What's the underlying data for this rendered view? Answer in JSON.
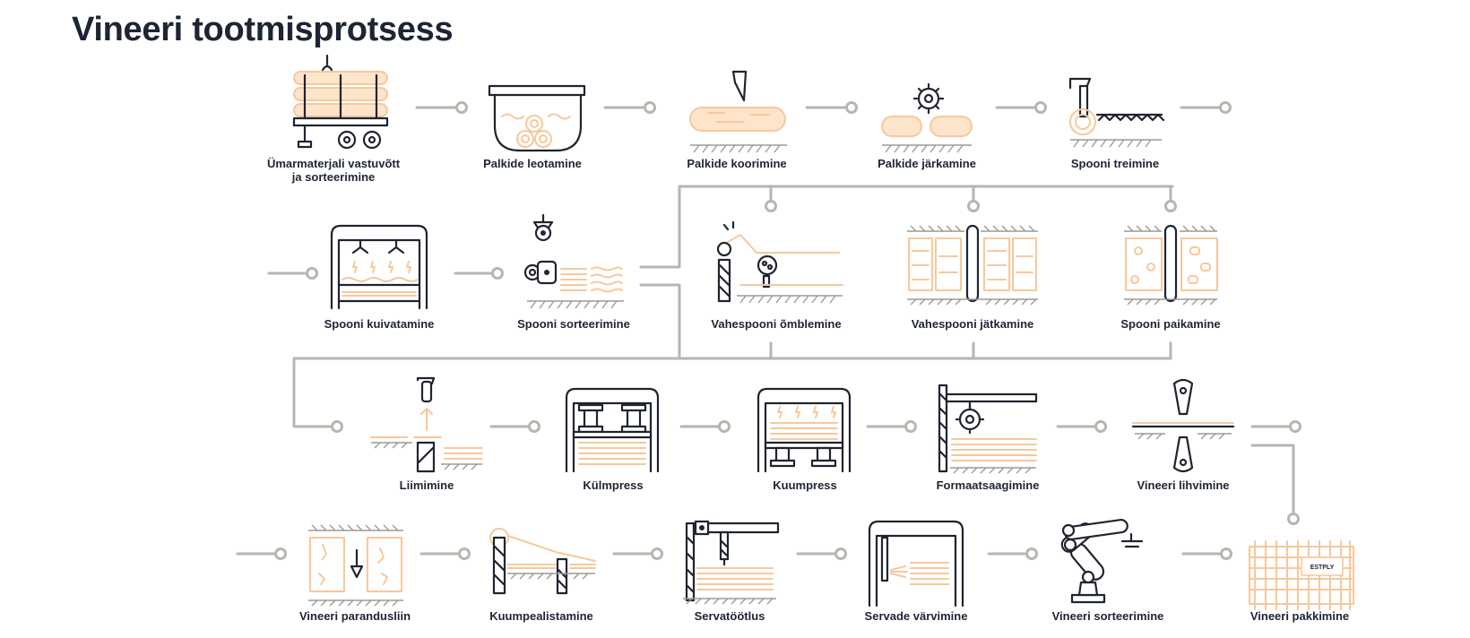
{
  "title": "Vineeri tootmisprotsess",
  "steps": [
    {
      "label_lines": [
        "Ümarmaterjali vastuvõtt",
        "ja sorteerimine"
      ],
      "icon": "log-truck-icon"
    },
    {
      "label_lines": [
        "Palkide leotamine"
      ],
      "icon": "soaking-pool-icon"
    },
    {
      "label_lines": [
        "Palkide koorimine"
      ],
      "icon": "debarking-icon"
    },
    {
      "label_lines": [
        "Palkide järkamine"
      ],
      "icon": "log-cutting-saw-icon"
    },
    {
      "label_lines": [
        "Spooni treimine"
      ],
      "icon": "veneer-peeling-icon"
    },
    {
      "label_lines": [
        "Spooni kuivatamine"
      ],
      "icon": "veneer-dryer-icon"
    },
    {
      "label_lines": [
        "Spooni sorteerimine"
      ],
      "icon": "veneer-sorting-camera-icon"
    },
    {
      "label_lines": [
        "Vahespooni õmblemine"
      ],
      "icon": "core-stitching-icon"
    },
    {
      "label_lines": [
        "Vahespooni jätkamine"
      ],
      "icon": "core-joining-icon"
    },
    {
      "label_lines": [
        "Spooni paikamine"
      ],
      "icon": "veneer-patching-icon"
    },
    {
      "label_lines": [
        "Liimimine"
      ],
      "icon": "glue-spreader-icon"
    },
    {
      "label_lines": [
        "Külmpress"
      ],
      "icon": "cold-press-icon"
    },
    {
      "label_lines": [
        "Kuumpress"
      ],
      "icon": "hot-press-icon"
    },
    {
      "label_lines": [
        "Formaatsaagimine"
      ],
      "icon": "format-saw-icon"
    },
    {
      "label_lines": [
        "Vineeri lihvimine"
      ],
      "icon": "sanding-rollers-icon"
    },
    {
      "label_lines": [
        "Vineeri parandusliin"
      ],
      "icon": "repair-line-icon"
    },
    {
      "label_lines": [
        "Kuumpealistamine"
      ],
      "icon": "hot-overlaying-icon"
    },
    {
      "label_lines": [
        "Servatöötlus"
      ],
      "icon": "edge-processing-icon"
    },
    {
      "label_lines": [
        "Servade värvimine"
      ],
      "icon": "edge-painting-icon"
    },
    {
      "label_lines": [
        "Vineeri sorteerimine"
      ],
      "icon": "robot-arm-sorting-icon"
    },
    {
      "label_lines": [
        "Vineeri pakkimine"
      ],
      "icon": "packaging-crate-icon"
    }
  ],
  "crate_logo": "ESTPLY",
  "colors": {
    "ink": "#1f2430",
    "accent_orange": "#f7c89b",
    "connector_gray": "#b9b5ae",
    "title": "#1d2433"
  }
}
